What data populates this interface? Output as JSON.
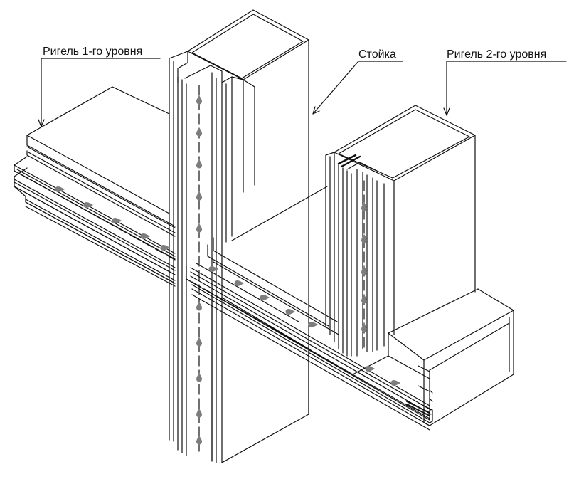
{
  "labels": {
    "transom_level1": "Ригель 1-го уровня",
    "mullion": "Стойка",
    "transom_level2": "Ригель 2-го уровня"
  },
  "colors": {
    "line": "#111111",
    "drop": "#7d7d7d",
    "background": "#ffffff"
  }
}
